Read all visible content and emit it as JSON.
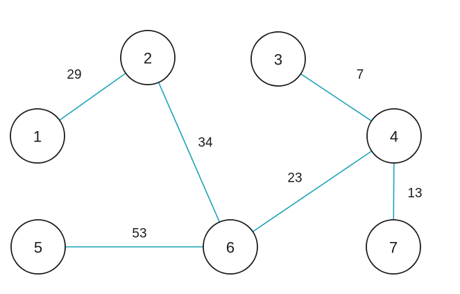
{
  "graph": {
    "colors": {
      "edge": "#1fa3b5",
      "node_stroke": "#1a1a1a",
      "text": "#1a1a1a"
    },
    "nodes": [
      {
        "id": "1",
        "label": "1"
      },
      {
        "id": "2",
        "label": "2"
      },
      {
        "id": "3",
        "label": "3"
      },
      {
        "id": "4",
        "label": "4"
      },
      {
        "id": "5",
        "label": "5"
      },
      {
        "id": "6",
        "label": "6"
      },
      {
        "id": "7",
        "label": "7"
      }
    ],
    "edges": [
      {
        "from": "1",
        "to": "2",
        "weight": "29"
      },
      {
        "from": "2",
        "to": "6",
        "weight": "34"
      },
      {
        "from": "3",
        "to": "4",
        "weight": "7"
      },
      {
        "from": "4",
        "to": "6",
        "weight": "23"
      },
      {
        "from": "4",
        "to": "7",
        "weight": "13"
      },
      {
        "from": "5",
        "to": "6",
        "weight": "53"
      }
    ]
  }
}
